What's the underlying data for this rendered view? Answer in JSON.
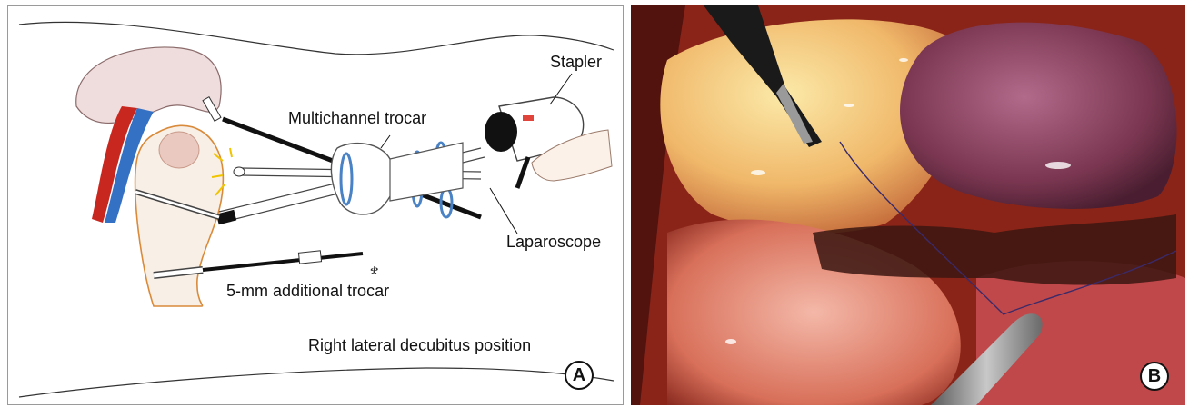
{
  "panel_a": {
    "labels": {
      "stapler": "Stapler",
      "multichannel_trocar": "Multichannel trocar",
      "laparoscope": "Laparoscope",
      "additional_trocar": "5-mm additional trocar",
      "position": "Right lateral decubitus position"
    },
    "badge": "A"
  },
  "panel_b": {
    "badge": "B"
  }
}
